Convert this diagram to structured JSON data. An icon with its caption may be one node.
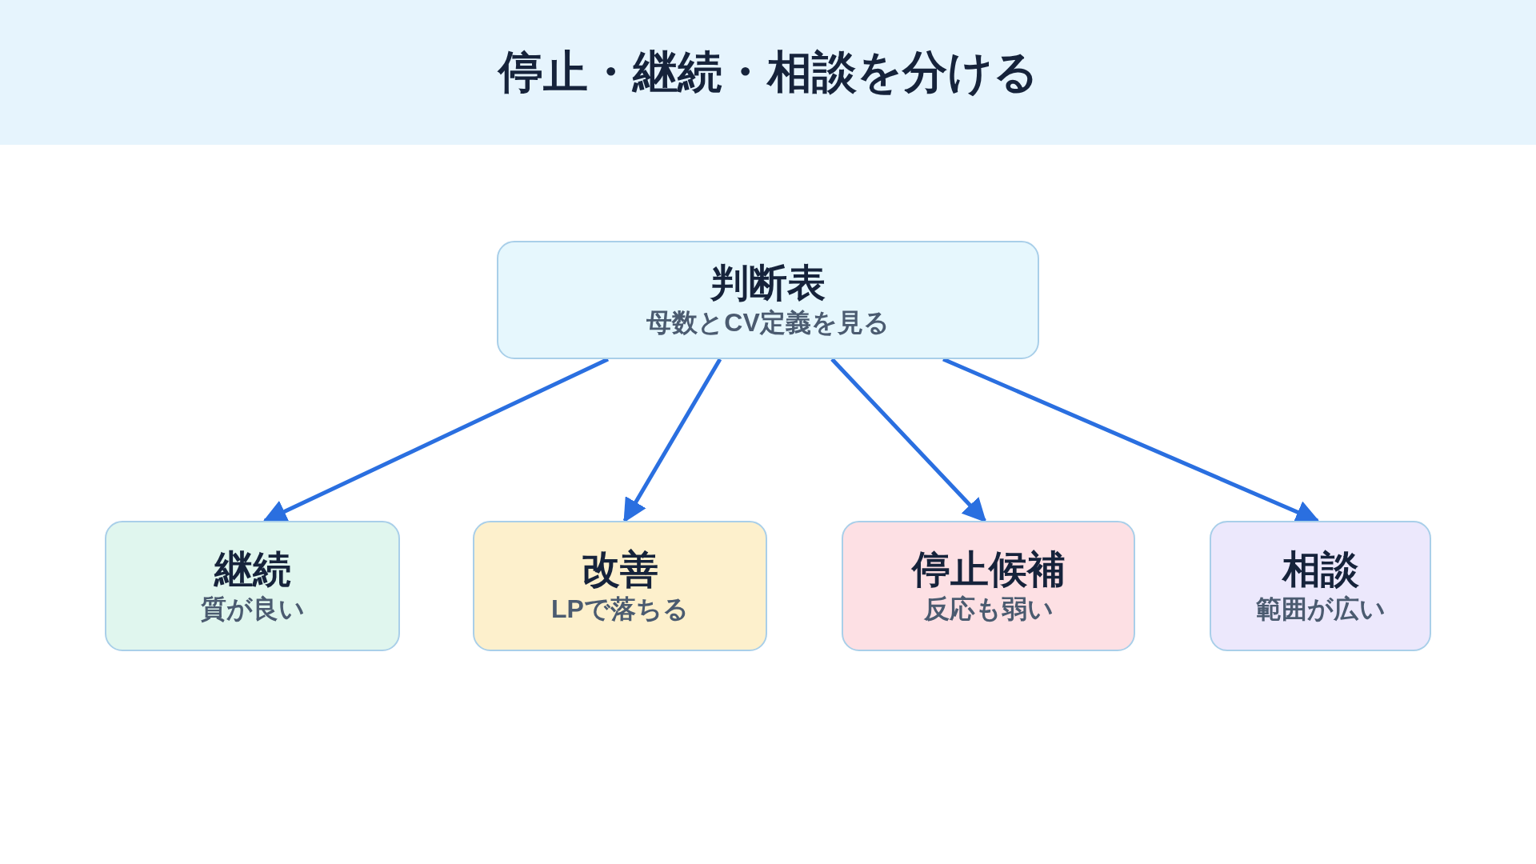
{
  "diagram": {
    "title": "停止・継続・相談を分ける",
    "nodes": [
      {
        "text": [
          "判断表",
          "母数とCV定義を見る"
        ]
      },
      {
        "text": [
          "継続",
          "質が良い"
        ]
      },
      {
        "text": [
          "改善",
          "LPで落ちる"
        ]
      },
      {
        "text": [
          "停止候補",
          "反応も弱い"
        ]
      },
      {
        "text": [
          "相談",
          "範囲が広い"
        ]
      }
    ],
    "edges": [
      {
        "from": 0,
        "to": 1,
        "arrow": "to"
      },
      {
        "from": 0,
        "to": 2,
        "arrow": "to"
      },
      {
        "from": 0,
        "to": 3,
        "arrow": "to"
      },
      {
        "from": 0,
        "to": 4,
        "arrow": "to"
      }
    ]
  }
}
